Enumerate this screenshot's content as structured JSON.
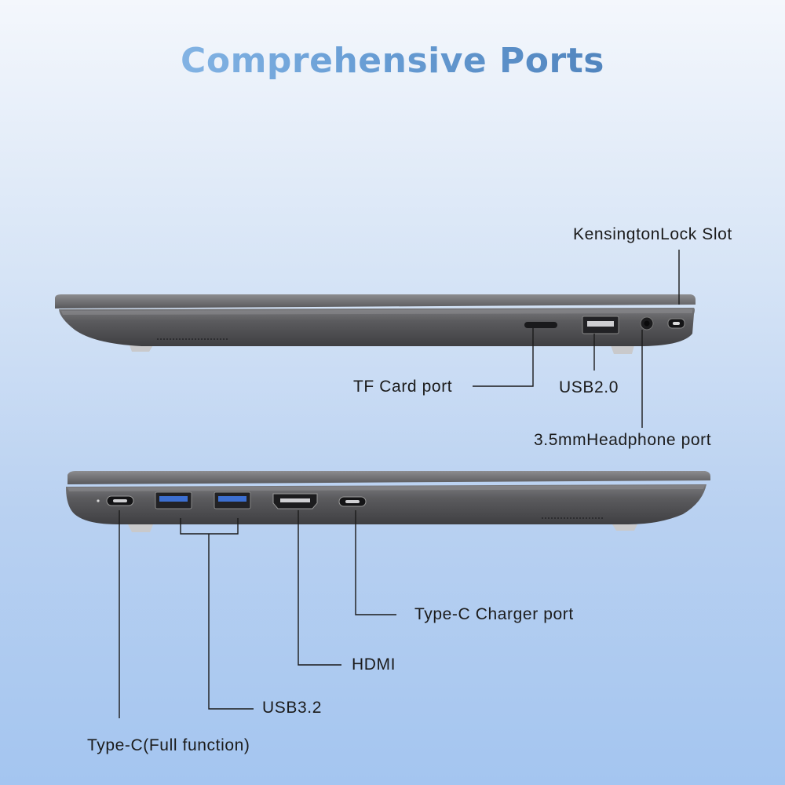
{
  "title": "Comprehensive Ports",
  "top_view": {
    "labels": {
      "kensington": "KensingtonLock Slot",
      "tf_card": "TF Card port",
      "usb20": "USB2.0",
      "headphone": "3.5mmHeadphone port"
    }
  },
  "bottom_view": {
    "labels": {
      "typec_charger": "Type-C Charger port",
      "hdmi": "HDMI",
      "usb32": "USB3.2",
      "typec_full": "Type-C(Full function)"
    }
  },
  "colors": {
    "laptop_body": "#4a4a4d",
    "laptop_lid": "#6e6e71",
    "usb3_blue": "#3c6fd1",
    "leader_line": "#1b1b1b"
  }
}
